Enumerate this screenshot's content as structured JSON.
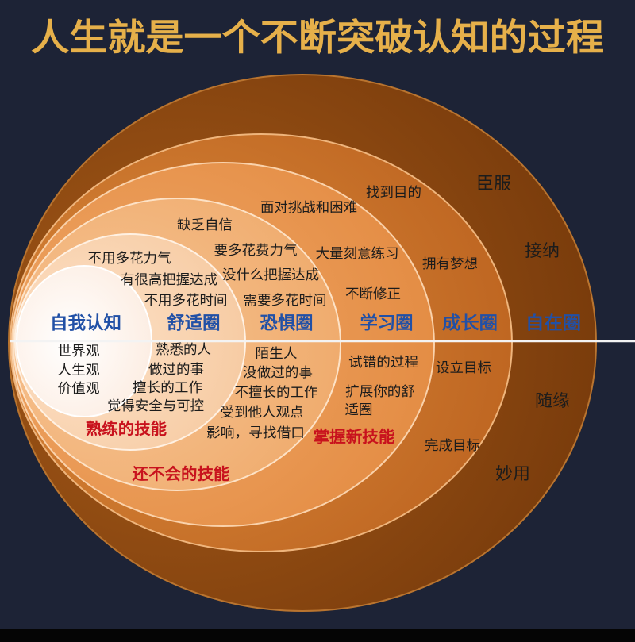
{
  "title": "人生就是一个不断突破认知的过程",
  "colors": {
    "background": "#1d2336",
    "bottom_bar": "#050505",
    "title": "#e6b04a",
    "label": "#2150a6",
    "skill": "#c8121d",
    "text": "#1c1c1c",
    "divider": "#f3f3f3",
    "freedom_light": "#a75b19",
    "freedom_dark": "#773a0b",
    "freedom_edge": "#b9742f",
    "growth_light": "#da8a3c",
    "growth_dark": "#bd6420",
    "growth_edge": "#efb57c",
    "learning_light": "#f0a868",
    "learning_dark": "#e38b42",
    "learning_edge": "#fad2ab",
    "fear_light": "#f7c595",
    "fear_dark": "#efaa6b",
    "fear_edge": "#fde2c6",
    "comfort_light": "#fde2c9",
    "comfort_dark": "#f6caa1",
    "comfort_edge": "#fff1e3",
    "self_light": "#ffffff",
    "self_dark": "#fcebdf",
    "self_edge": "#ffffff"
  },
  "zones": {
    "self_awareness": {
      "label": "自我认知",
      "lower": [
        "世界观",
        "人生观",
        "价值观"
      ]
    },
    "comfort": {
      "label": "舒适圈",
      "upper": [
        "不用多花力气",
        "有很高把握达成",
        "不用多花时间"
      ],
      "lower": [
        "熟悉的人",
        "做过的事",
        "擅长的工作",
        "觉得安全与可控"
      ],
      "skill": "熟练的技能"
    },
    "fear": {
      "label": "恐惧圈",
      "upper": [
        "缺乏自信",
        "要多花费力气",
        "没什么把握达成",
        "需要多花时间"
      ],
      "lower": [
        "陌生人",
        "没做过的事",
        "不擅长的工作",
        "受到他人观点",
        "影响，寻找借口"
      ],
      "skill": "还不会的技能"
    },
    "learning": {
      "label": "学习圈",
      "upper": [
        "面对挑战和困难",
        "大量刻意练习",
        "不断修正"
      ],
      "lower": [
        "试错的过程",
        "扩展你的舒",
        "适圈"
      ],
      "skill": "掌握新技能"
    },
    "growth": {
      "label": "成长圈",
      "upper": [
        "找到目的",
        "拥有梦想"
      ],
      "lower": [
        "设立目标",
        "完成目标"
      ]
    },
    "freedom": {
      "label": "自在圈",
      "upper": [
        "臣服",
        "接纳"
      ],
      "lower": [
        "随缘",
        "妙用"
      ]
    }
  }
}
